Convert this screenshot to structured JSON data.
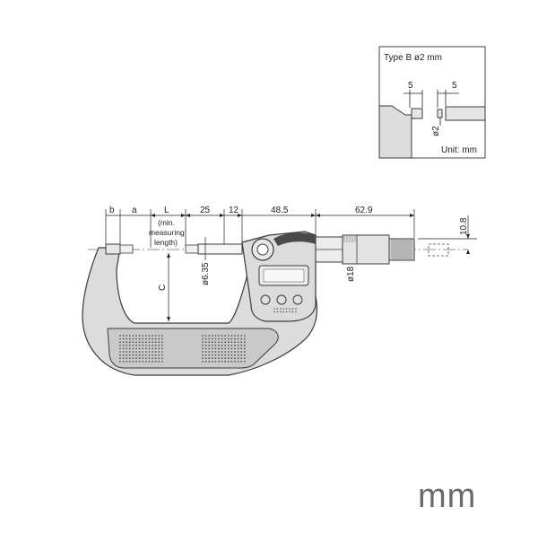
{
  "inset": {
    "title": "Type B  ø2 mm",
    "dim_left": "5",
    "dim_right": "5",
    "dim_dia": "ø2",
    "unit": "Unit: mm"
  },
  "dims": {
    "b": "b",
    "a": "a",
    "L": "L",
    "min_line1": "(min.",
    "min_line2": "measuring",
    "min_line3": "length)",
    "d25": "25",
    "d12": "12",
    "d48_5": "48.5",
    "d62_9": "62.9",
    "d10_8": "10.8",
    "dia635": "ø6.35",
    "dia18": "ø18",
    "C": "C"
  },
  "unit_label": "mm",
  "colors": {
    "frame": "#dcdcdc",
    "frame_stroke": "#3a3a3a",
    "grip": "#c9c9c9",
    "line": "#222222"
  }
}
